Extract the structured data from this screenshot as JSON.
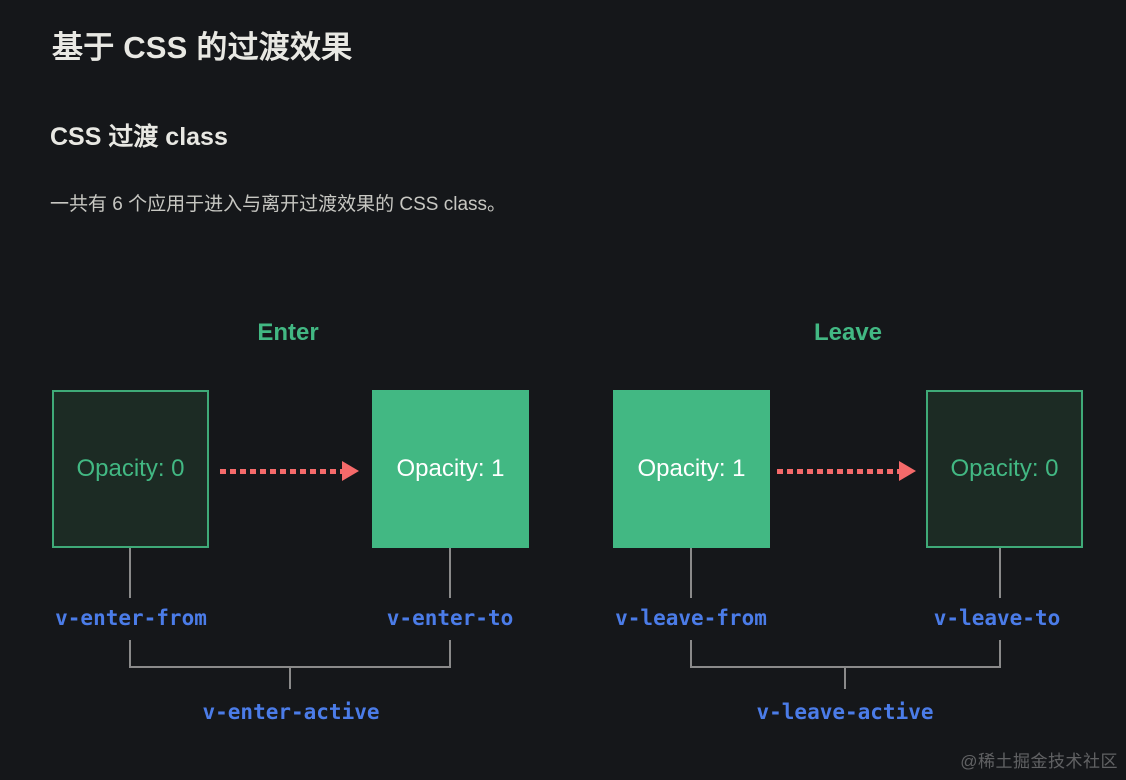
{
  "page": {
    "title": "基于 CSS 的过渡效果",
    "subtitle": "CSS 过渡 class",
    "body": "一共有 6 个应用于进入与离开过渡效果的 CSS class。",
    "watermark": "@稀土掘金技术社区"
  },
  "diagram": {
    "enter": {
      "phase_label": "Enter",
      "from_box_label": "Opacity: 0",
      "to_box_label": "Opacity: 1",
      "from_class": "v-enter-from",
      "to_class": "v-enter-to",
      "active_class": "v-enter-active"
    },
    "leave": {
      "phase_label": "Leave",
      "from_box_label": "Opacity: 1",
      "to_box_label": "Opacity: 0",
      "from_class": "v-leave-from",
      "to_class": "v-leave-to",
      "active_class": "v-leave-active"
    }
  },
  "colors": {
    "background": "#15171a",
    "vue_green": "#42b883",
    "box_dark_fill": "#1c2b24",
    "arrow_red": "#f56a6a",
    "class_label_blue": "#4b7ce8",
    "connector_gray": "#8a8a8a",
    "heading_color": "#e8e8e3",
    "body_color": "#c7c7c2"
  }
}
